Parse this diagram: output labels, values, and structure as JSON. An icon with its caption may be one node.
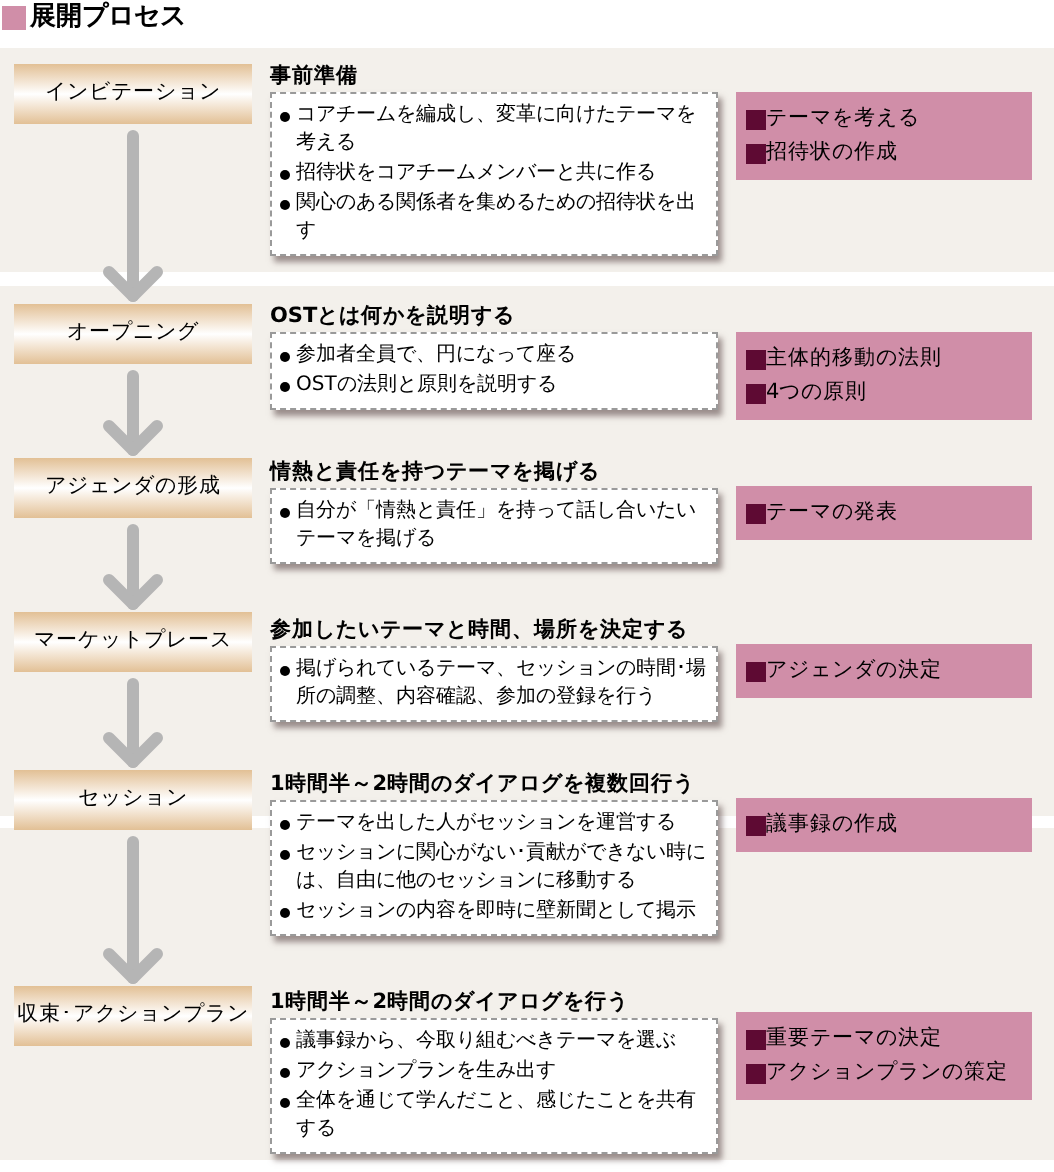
{
  "diagram": {
    "title": "展開プロセス",
    "nodes": [
      {
        "text": [
          "インビテーション"
        ]
      },
      {
        "text": [
          "事前準備",
          "コアチームを編成し、変革に向けたテーマを考える",
          "招待状をコアチームメンバーと共に作る",
          "関心のある関係者を集めるための招待状を出す"
        ]
      },
      {
        "text": [
          "テーマを考える",
          "招待状の作成"
        ]
      },
      {
        "text": [
          "オープニング"
        ]
      },
      {
        "text": [
          "OSTとは何かを説明する",
          "参加者全員で、円になって座る",
          "OSTの法則と原則を説明する"
        ]
      },
      {
        "text": [
          "主体的移動の法則",
          "4つの原則"
        ]
      },
      {
        "text": [
          "アジェンダの形成"
        ]
      },
      {
        "text": [
          "情熱と責任を持つテーマを掲げる",
          "自分が「情熱と責任」を持って話し合いたいテーマを掲げる"
        ]
      },
      {
        "text": [
          "テーマの発表"
        ]
      },
      {
        "text": [
          "マーケットプレース"
        ]
      },
      {
        "text": [
          "参加したいテーマと時間、場所を決定する",
          "掲げられているテーマ、セッションの時間･場所の調整、内容確認、参加の登録を行う"
        ]
      },
      {
        "text": [
          "アジェンダの決定"
        ]
      },
      {
        "text": [
          "セッション"
        ]
      },
      {
        "text": [
          "1時間半～2時間のダイアログを複数回行う",
          "テーマを出した人がセッションを運営する",
          "セッションに関心がない･貢献ができない時には、自由に他のセッションに移動する",
          "セッションの内容を即時に壁新聞として掲示"
        ]
      },
      {
        "text": [
          "議事録の作成"
        ]
      },
      {
        "text": [
          "収束･アクションプラン"
        ]
      },
      {
        "text": [
          "1時間半～2時間のダイアログを行う",
          "議事録から、今取り組むべきテーマを選ぶ",
          "アクションプランを生み出す",
          "全体を通じて学んだこと、感じたことを共有する"
        ]
      },
      {
        "text": [
          "重要テーマの決定",
          "アクションプランの策定"
        ]
      }
    ],
    "edges": [
      {
        "from": 0,
        "to": 3,
        "arrow": "to"
      },
      {
        "from": 3,
        "to": 6,
        "arrow": "to"
      },
      {
        "from": 6,
        "to": 9,
        "arrow": "to"
      },
      {
        "from": 9,
        "to": 12,
        "arrow": "to"
      },
      {
        "from": 12,
        "to": 15,
        "arrow": "to"
      }
    ]
  }
}
